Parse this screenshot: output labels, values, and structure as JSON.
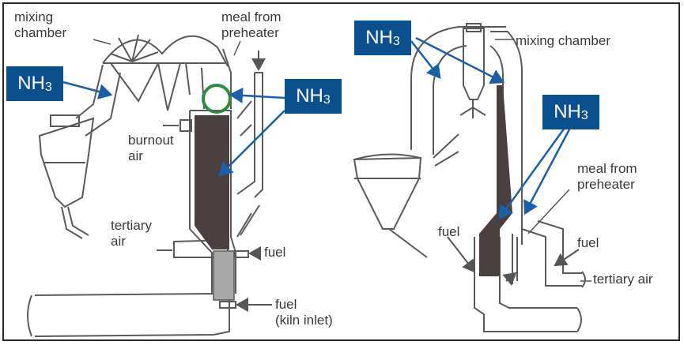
{
  "colors": {
    "nh3_box": "#0a4f8e",
    "nh3_arrow": "#1a5fa8",
    "outline": "#5a5a5a",
    "highlight_circle": "#2e8b3e",
    "reaction_zone": "#4a4040",
    "kiln_inlet_zone": "#a8a8a8"
  },
  "left": {
    "labels": {
      "mixing_chamber_1": "mixing",
      "mixing_chamber_2": "chamber",
      "meal_1": "meal from",
      "meal_2": "preheater",
      "burnout_1": "burnout",
      "burnout_2": "air",
      "tertiary_1": "tertiary",
      "tertiary_2": "air",
      "fuel": "fuel",
      "fuel_kiln_1": "fuel",
      "fuel_kiln_2": "(kiln inlet)"
    },
    "nh3_boxes": [
      {
        "main": "NH",
        "sub": "3"
      },
      {
        "main": "NH",
        "sub": "3"
      }
    ]
  },
  "right": {
    "labels": {
      "mixing_chamber": "mixing chamber",
      "meal_1": "meal from",
      "meal_2": "preheater",
      "fuel_left": "fuel",
      "fuel_right": "fuel",
      "tertiary": "tertiary air"
    },
    "nh3_boxes": [
      {
        "main": "NH",
        "sub": "3"
      },
      {
        "main": "NH",
        "sub": "3"
      }
    ]
  }
}
